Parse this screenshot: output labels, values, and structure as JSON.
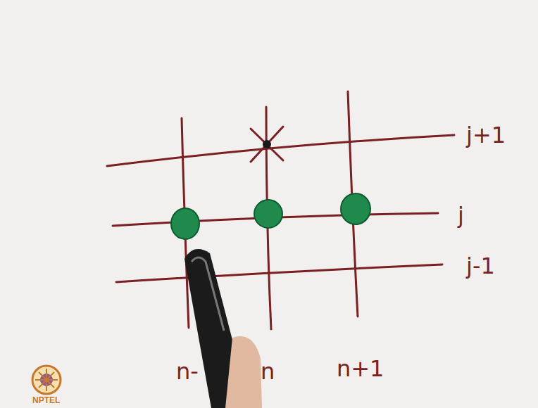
{
  "diagram": {
    "labels": [
      "j+1",
      "j",
      "j-1",
      "n-",
      "n",
      "n+1",
      "NPTEL"
    ]
  }
}
